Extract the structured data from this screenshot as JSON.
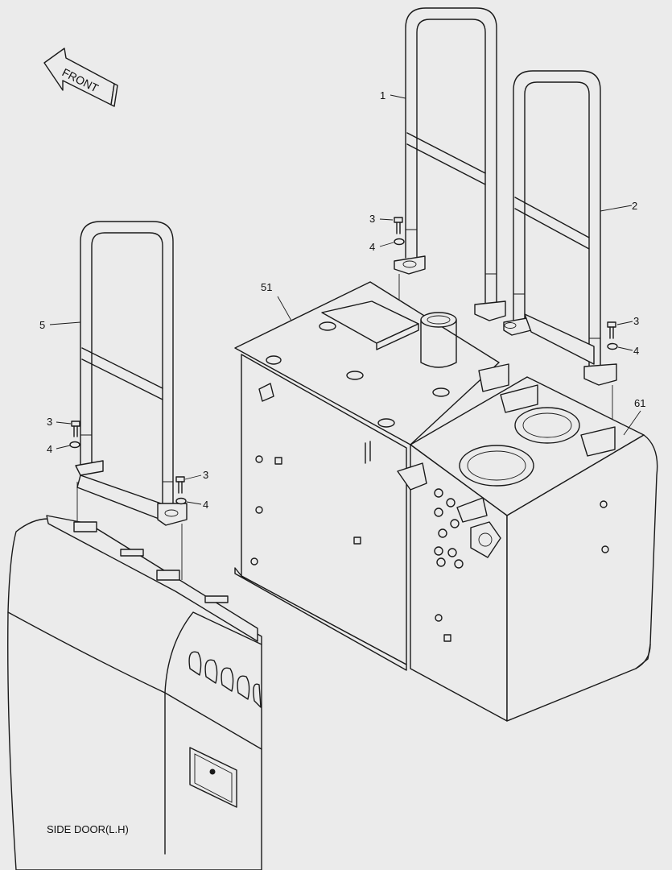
{
  "front_arrow_text": "FRONT",
  "callouts": {
    "handrail_top_left": "1",
    "handrail_top_right": "2",
    "bolt_a": "3",
    "washer_a": "4",
    "bolt_b": "3",
    "washer_b": "4",
    "handrail_left": "5",
    "bolt_c": "3",
    "washer_c": "4",
    "bolt_d": "3",
    "washer_d": "4",
    "hydraulic_tank": "51",
    "fuel_tank": "61"
  },
  "side_door_label": "SIDE DOOR(L.H)"
}
